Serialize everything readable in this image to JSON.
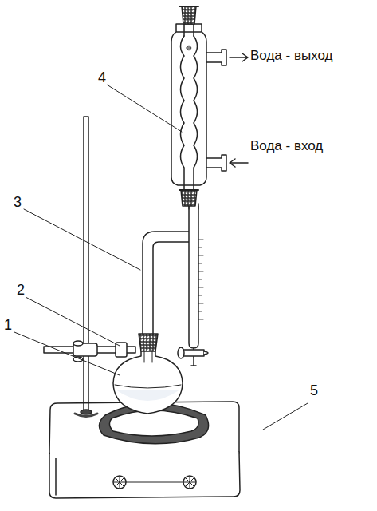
{
  "diagram": {
    "labels": [
      "Вода - выход",
      "Вода - вход",
      "4",
      "3",
      "2",
      "1",
      "5"
    ]
  }
}
